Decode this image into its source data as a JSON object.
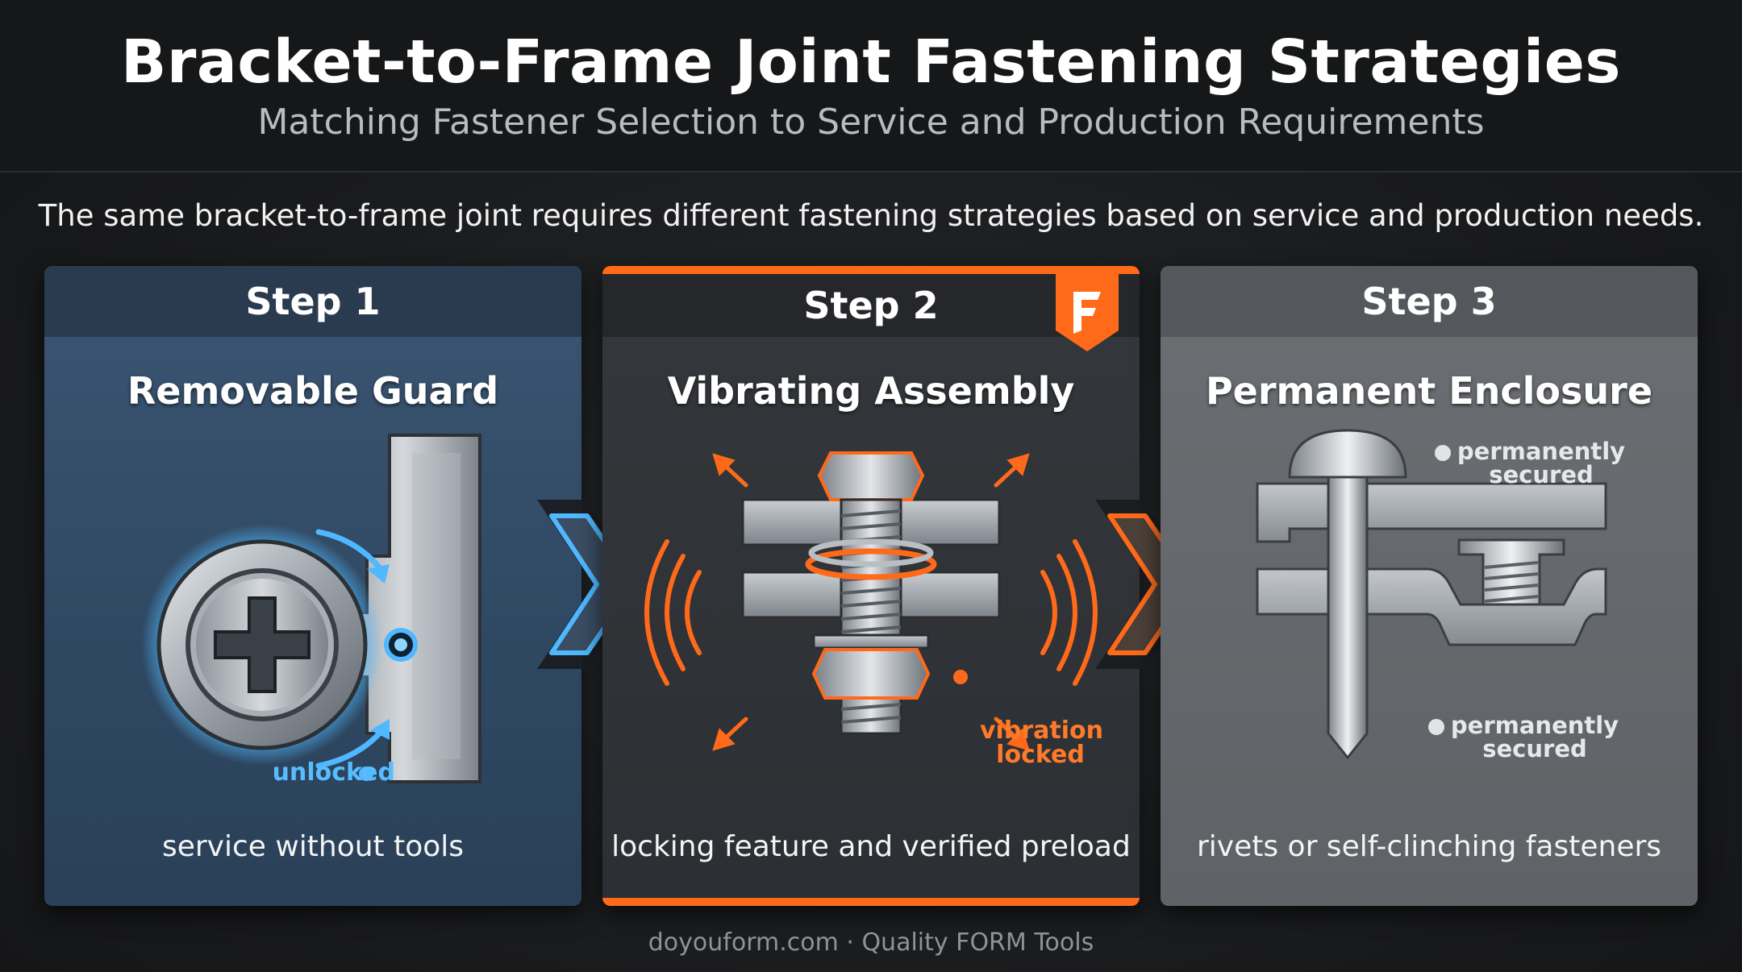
{
  "header": {
    "title": "Bracket-to-Frame Joint Fastening Strategies",
    "subtitle": "Matching Fastener Selection to Service and Production Requirements"
  },
  "intro": "The same bracket-to-frame joint requires different fastening strategies based on service and production needs.",
  "steps": [
    {
      "step": "Step 1",
      "name": "Removable Guard",
      "caption": "service without tools",
      "labels": [
        "unlocked"
      ],
      "accent": "#4fb8ff"
    },
    {
      "step": "Step 2",
      "name": "Vibrating Assembly",
      "caption": "locking feature and verified preload",
      "labels": [
        "vibration",
        "locked"
      ],
      "accent": "#ff6a1a",
      "badge_icon": "form-logo-icon"
    },
    {
      "step": "Step 3",
      "name": "Permanent Enclosure",
      "caption": "rivets or self-clinching fasteners",
      "labels": [
        "permanently",
        "secured",
        "permanently",
        "secured"
      ],
      "accent": "#d7d9dc"
    }
  ],
  "footer": "doyouform.com · Quality FORM Tools"
}
